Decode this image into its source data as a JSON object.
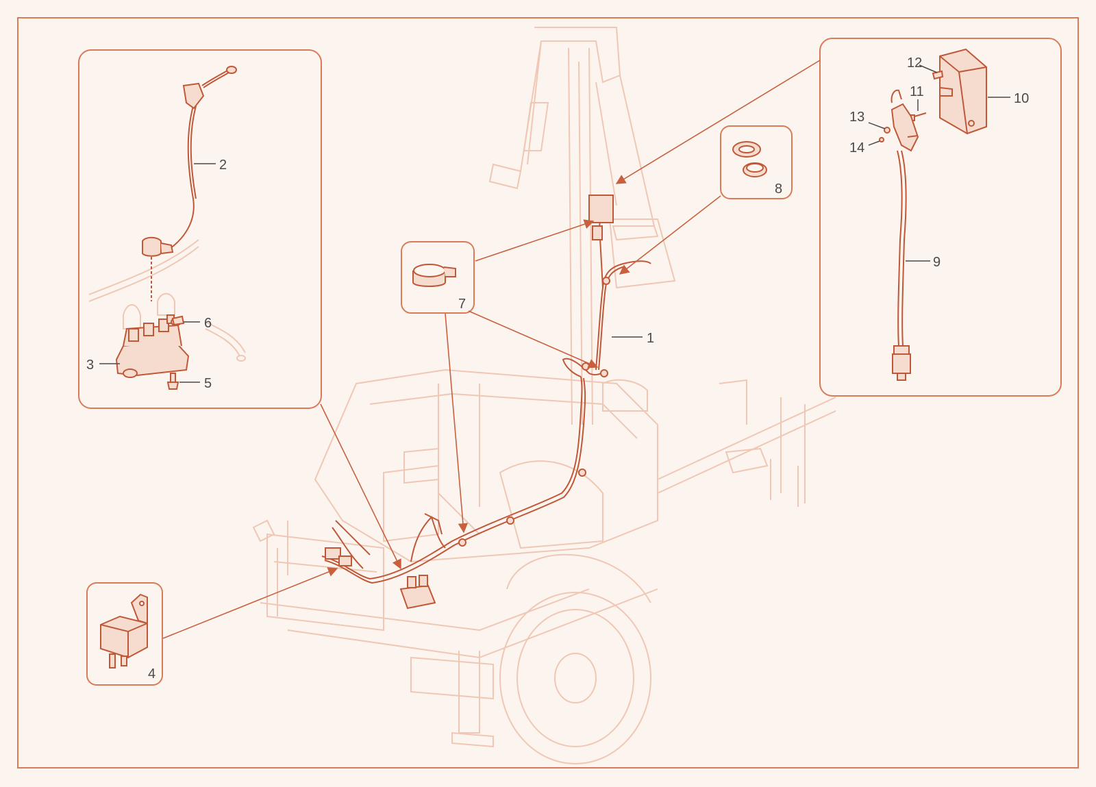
{
  "colors": {
    "background": "#fbf4ef",
    "frame": "#d97a58",
    "leader": "#c8603e",
    "part_line": "#c05838",
    "ghost_line": "#efc7b4",
    "part_fill": "#f6dccf",
    "text": "#4a4a4a"
  },
  "callouts": [
    {
      "id": "1",
      "label": "1"
    },
    {
      "id": "2",
      "label": "2"
    },
    {
      "id": "3",
      "label": "3"
    },
    {
      "id": "4",
      "label": "4"
    },
    {
      "id": "5",
      "label": "5"
    },
    {
      "id": "6",
      "label": "6"
    },
    {
      "id": "7",
      "label": "7"
    },
    {
      "id": "8",
      "label": "8"
    },
    {
      "id": "9",
      "label": "9"
    },
    {
      "id": "10",
      "label": "10"
    },
    {
      "id": "11",
      "label": "11"
    },
    {
      "id": "12",
      "label": "12"
    },
    {
      "id": "13",
      "label": "13"
    },
    {
      "id": "14",
      "label": "14"
    }
  ],
  "icons": {
    "relay": "relay-icon",
    "clamp": "cable-clamp-icon",
    "grommet": "grommet-icon",
    "harness": "wire-harness-icon",
    "solenoid": "battery-solenoid-icon"
  }
}
